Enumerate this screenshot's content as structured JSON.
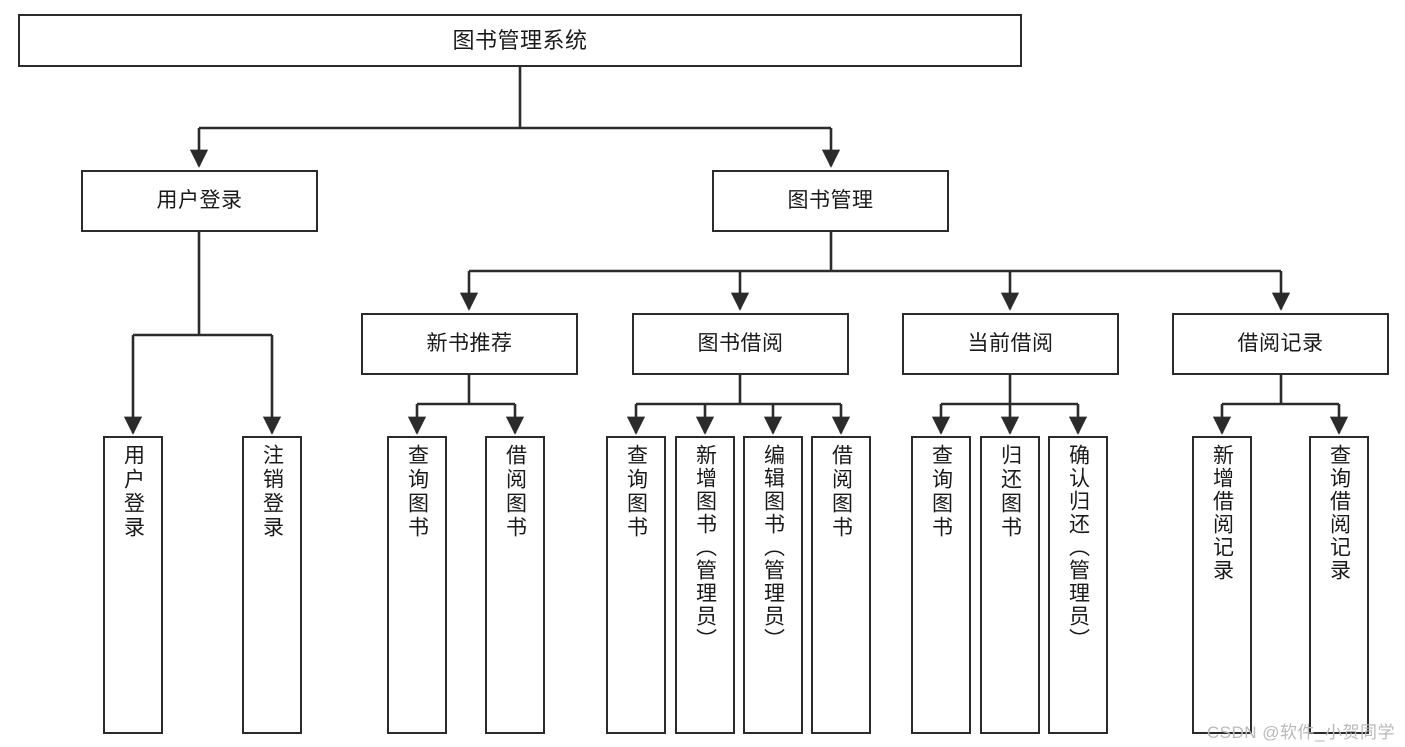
{
  "diagram": {
    "title": "图书管理系统",
    "type": "tree",
    "colors": {
      "stroke": "#2b2b2b",
      "fill": "#ffffff",
      "text": "#1a1a1a",
      "watermark": "#b9b9b9"
    },
    "watermark": "CSDN @软件_小贺同学",
    "levels": {
      "root": {
        "label": "图书管理系统"
      },
      "level2": [
        {
          "label": "用户登录"
        },
        {
          "label": "图书管理"
        }
      ],
      "level3": [
        {
          "label": "新书推荐"
        },
        {
          "label": "图书借阅"
        },
        {
          "label": "当前借阅"
        },
        {
          "label": "借阅记录"
        }
      ],
      "leaves_user_login": [
        {
          "label": "用户登录"
        },
        {
          "label": "注销登录"
        }
      ],
      "leaves_new_book": [
        {
          "label": "查询图书"
        },
        {
          "label": "借阅图书"
        }
      ],
      "leaves_book_borrow": [
        {
          "label": "查询图书"
        },
        {
          "label": "新增图书（管理员）"
        },
        {
          "label": "编辑图书（管理员）"
        },
        {
          "label": "借阅图书"
        }
      ],
      "leaves_current_borrow": [
        {
          "label": "查询图书"
        },
        {
          "label": "归还图书"
        },
        {
          "label": "确认归还（管理员）"
        }
      ],
      "leaves_borrow_record": [
        {
          "label": "新增借阅记录"
        },
        {
          "label": "查询借阅记录"
        }
      ]
    }
  }
}
